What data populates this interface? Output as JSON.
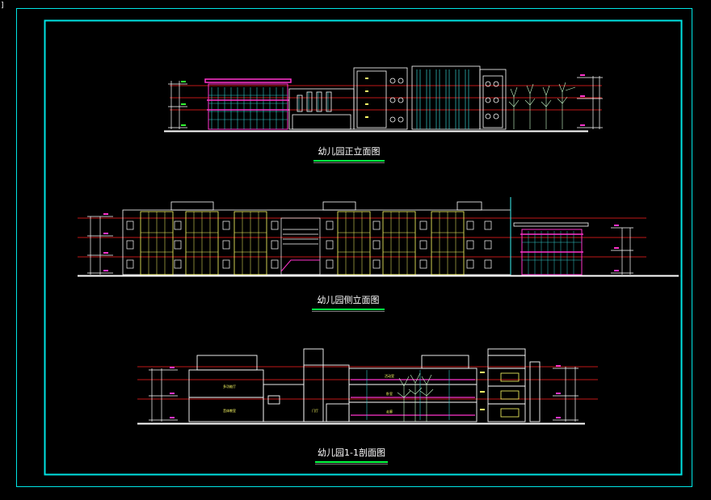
{
  "corner_mark": "]",
  "drawing": {
    "front_elevation_title": "幼儿园正立面图",
    "side_elevation_title": "幼儿园侧立面图",
    "section_title": "幼儿园1-1剖面图"
  },
  "section_rooms": {
    "room_a": "多功能厅",
    "room_b": "音体教室",
    "room_c": "门厅",
    "room_d": "走廊",
    "room_e": "活动室",
    "room_f": "卧室"
  },
  "colors": {
    "background": "#000000",
    "frame": "#00e5e5",
    "line_white": "#ffffff",
    "line_yellow": "#ffff66",
    "line_magenta": "#ff33cc",
    "line_red": "#ff2222",
    "line_green": "#33ff33",
    "line_cyan": "#33cccc",
    "title_underline": "#00ff44"
  }
}
